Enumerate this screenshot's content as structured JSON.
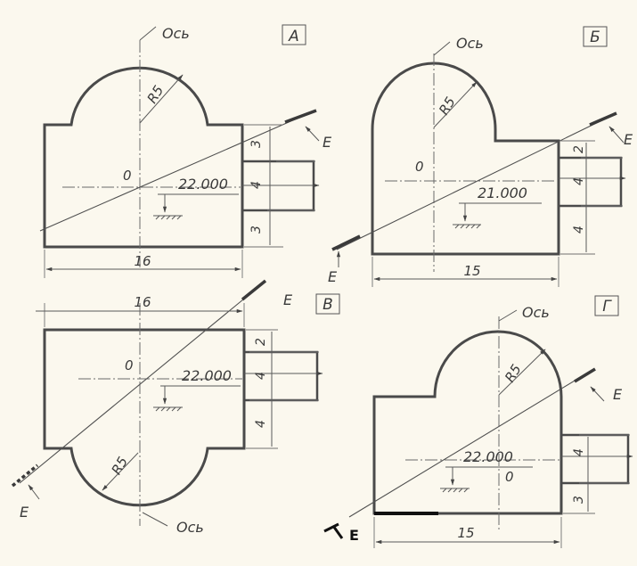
{
  "views": {
    "a": {
      "label": "А",
      "axis": "Ось",
      "radius": "R5",
      "origin": "0",
      "reading": "22.000",
      "dim_width": "16",
      "dim_right": [
        "3",
        "4",
        "3"
      ],
      "plane": "E"
    },
    "b": {
      "label": "Б",
      "axis": "Ось",
      "radius": "R5",
      "origin": "0",
      "reading": "21.000",
      "dim_width": "15",
      "dim_right": [
        "2",
        "4",
        "4"
      ],
      "plane": "E"
    },
    "v": {
      "label": "В",
      "axis": "Ось",
      "radius": "R5",
      "origin": "0",
      "reading": "22.000",
      "dim_width": "16",
      "dim_right": [
        "2",
        "4",
        "4"
      ],
      "plane": "E"
    },
    "g": {
      "label": "Г",
      "axis": "Ось",
      "radius": "R5",
      "origin": "0",
      "reading": "22.000",
      "dim_width": "15",
      "dim_right": [
        "4",
        "3"
      ],
      "plane": "E"
    }
  }
}
